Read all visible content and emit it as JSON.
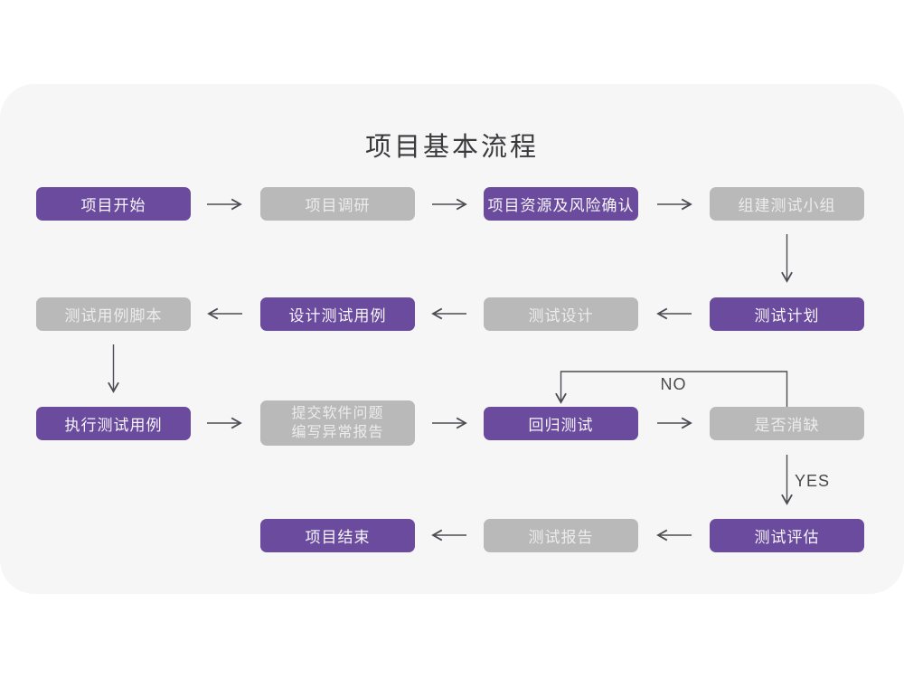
{
  "title": "项目基本流程",
  "branch_labels": {
    "no": "NO",
    "yes": "YES"
  },
  "colors": {
    "accent_purple": "#6a4b9d",
    "node_gray": "#b9b9b9",
    "canvas_card": "#f6f6f7",
    "arrow": "#4e4c52",
    "title_text": "#3b3b3d"
  },
  "nodes": [
    {
      "label": "项目开始",
      "variant": "purple"
    },
    {
      "label": "项目调研",
      "variant": "gray"
    },
    {
      "label": "项目资源及风险确认",
      "variant": "purple"
    },
    {
      "label": "组建测试小组",
      "variant": "gray"
    },
    {
      "label": "测试计划",
      "variant": "purple"
    },
    {
      "label": "测试设计",
      "variant": "gray"
    },
    {
      "label": "设计测试用例",
      "variant": "purple"
    },
    {
      "label": "测试用例脚本",
      "variant": "gray"
    },
    {
      "label": "执行测试用例",
      "variant": "purple"
    },
    {
      "label_line1": "提交软件问题",
      "label_line2": "编写异常报告",
      "variant": "gray"
    },
    {
      "label": "回归测试",
      "variant": "purple"
    },
    {
      "label": "是否消缺",
      "variant": "gray"
    },
    {
      "label": "测试评估",
      "variant": "purple"
    },
    {
      "label": "测试报告",
      "variant": "gray"
    },
    {
      "label": "项目结束",
      "variant": "purple"
    }
  ]
}
